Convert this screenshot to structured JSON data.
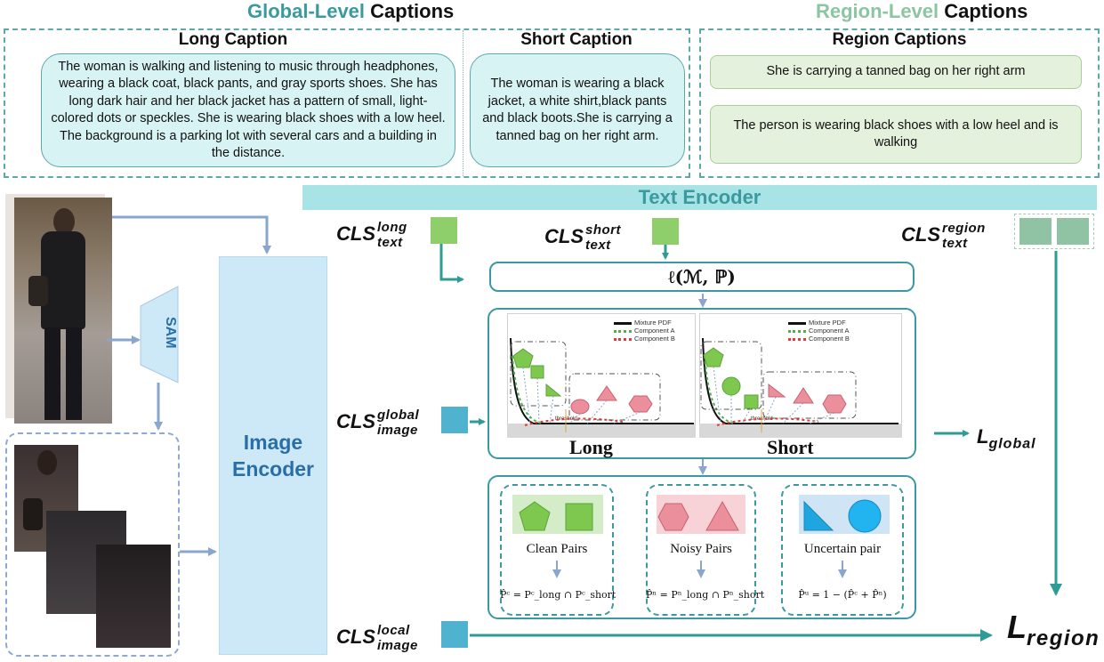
{
  "headers": {
    "global_prefix": "Global-Level",
    "global_suffix": "Captions",
    "region_prefix": "Region-Level",
    "region_suffix": "Captions"
  },
  "long_caption": {
    "title": "Long Caption",
    "text": "The woman is walking and listening to music through headphones, wearing a black coat, black pants, and gray sports shoes. She has long dark hair and her black jacket has a pattern of small, light-colored dots or speckles. She is wearing black shoes with a low heel. The background is a parking lot with several cars and a building in the distance."
  },
  "short_caption": {
    "title": "Short Caption",
    "text": "The woman is wearing a black jacket, a white shirt,black pants and black boots.She is carrying a tanned bag on her right arm."
  },
  "region_captions": {
    "title": "Region Captions",
    "items": [
      "She is carrying a tanned bag on her right arm",
      "The person is wearing black shoes with a low heel and is walking"
    ]
  },
  "text_encoder": "Text Encoder",
  "image_encoder": "Image Encoder",
  "sam": "SAM",
  "tokens": {
    "long": {
      "base": "CLS",
      "sup": "long",
      "sub": "text"
    },
    "short": {
      "base": "CLS",
      "sup": "short",
      "sub": "text"
    },
    "region": {
      "base": "CLS",
      "sup": "region",
      "sub": "text"
    },
    "global": {
      "base": "CLS",
      "sup": "global",
      "sub": "image"
    },
    "local": {
      "base": "CLS",
      "sup": "local",
      "sub": "image"
    }
  },
  "loss_fn": "ℓ(ℳ, ℙ)",
  "plots": {
    "long_label": "Long",
    "short_label": "Short",
    "legend": [
      "Mixture PDF",
      "Component A",
      "Component B"
    ],
    "threshold": "threshold"
  },
  "pairs": [
    {
      "label": "Clean Pairs",
      "formula": "P̂ᶜ = Pᶜ_long ∩ Pᶜ_short"
    },
    {
      "label": "Noisy Pairs",
      "formula": "P̂ⁿ = Pⁿ_long ∩ Pⁿ_short"
    },
    {
      "label": "Uncertain pair",
      "formula": "P̂ᵘ = 1 − (P̂ᶜ + P̂ⁿ)"
    }
  ],
  "losses": {
    "global": {
      "base": "L",
      "sub": "global"
    },
    "region": {
      "base": "L",
      "sub": "region"
    }
  },
  "colors": {
    "teal": "#3a9a9e",
    "text_encoder_bar": "#a8e3e6",
    "image_encoder": "#cde9f8",
    "token_green": "#8fcf6b",
    "token_blue": "#4fb3cf",
    "token_region": "#8fc3a4",
    "clean": "#7ec850",
    "noisy": "#ec8f9c",
    "uncertain": "#1fa6e0"
  }
}
